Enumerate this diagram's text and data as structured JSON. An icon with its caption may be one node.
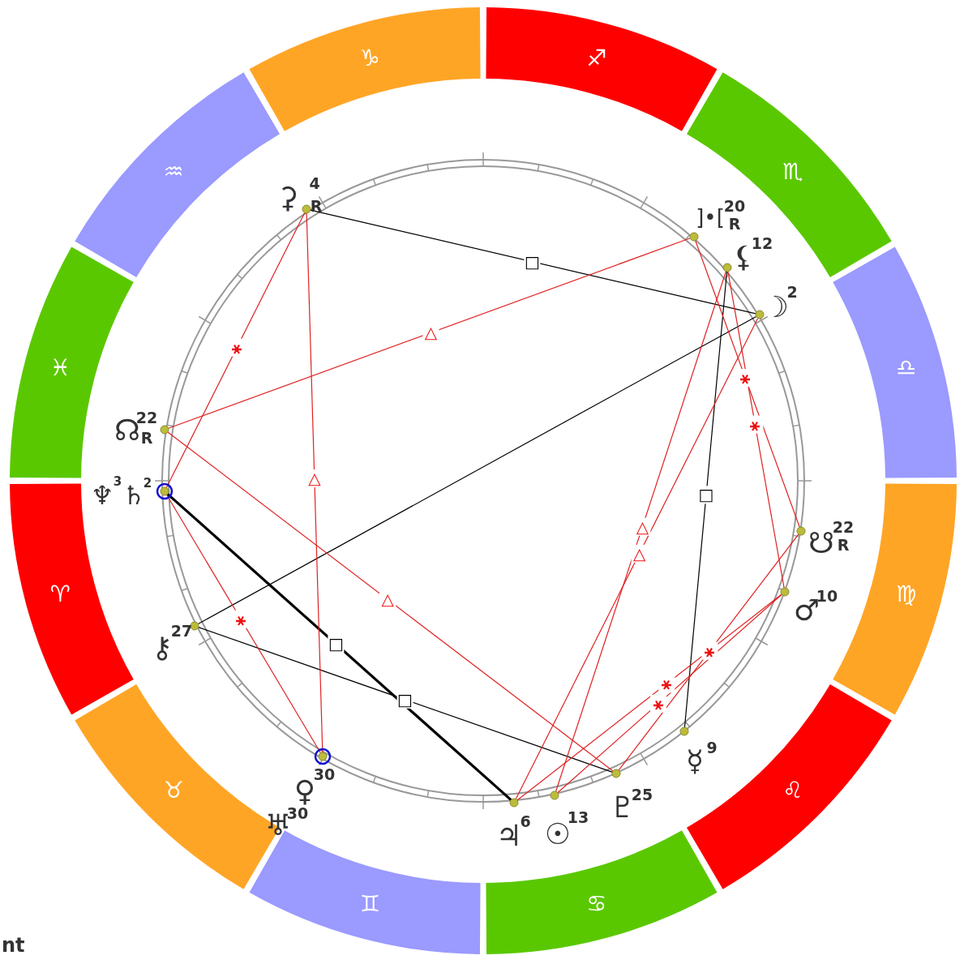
{
  "diagram": {
    "nodes": [
      {
        "text": [
          "♑"
        ]
      },
      {
        "text": [
          "♐"
        ]
      },
      {
        "text": [
          "♏"
        ]
      },
      {
        "text": [
          "♎"
        ]
      },
      {
        "text": [
          "♍"
        ]
      },
      {
        "text": [
          "♌"
        ]
      },
      {
        "text": [
          "♋"
        ]
      },
      {
        "text": [
          "♊"
        ]
      },
      {
        "text": [
          "♉"
        ]
      },
      {
        "text": [
          "♈"
        ]
      },
      {
        "text": [
          "♓"
        ]
      },
      {
        "text": [
          "♒"
        ]
      },
      {
        "text": [
          "⚳",
          "4",
          "R"
        ]
      },
      {
        "text": [
          "]•[",
          "20",
          "R"
        ]
      },
      {
        "text": [
          "⚸",
          "12"
        ]
      },
      {
        "text": [
          "☽",
          "2"
        ]
      },
      {
        "text": [
          "☊",
          "22",
          "R"
        ]
      },
      {
        "text": [
          "♆",
          "3",
          "♄",
          "2"
        ]
      },
      {
        "text": [
          "⚷",
          "27"
        ]
      },
      {
        "text": [
          "♀",
          "30",
          "♅",
          "30"
        ]
      },
      {
        "text": [
          "♃",
          "6"
        ]
      },
      {
        "text": [
          "☉",
          "13"
        ]
      },
      {
        "text": [
          "♇",
          "25"
        ]
      },
      {
        "text": [
          "☿",
          "9"
        ]
      },
      {
        "text": [
          "♂",
          "10"
        ]
      },
      {
        "text": [
          "☋",
          "22",
          "R"
        ]
      }
    ],
    "edges": [
      {
        "from": 12,
        "to": 15,
        "arrow": "none",
        "label": "□",
        "color": "#000000"
      },
      {
        "from": 15,
        "to": 18,
        "arrow": "none",
        "color": "#000000"
      },
      {
        "from": 14,
        "to": 23,
        "arrow": "none",
        "label": "□",
        "color": "#000000"
      },
      {
        "from": 17,
        "to": 20,
        "arrow": "none",
        "label": "□",
        "color": "#000000",
        "style": "thick"
      },
      {
        "from": 18,
        "to": 22,
        "arrow": "none",
        "label": "□",
        "color": "#000000"
      },
      {
        "from": 12,
        "to": 17,
        "arrow": "none",
        "label": "⚹"
      },
      {
        "from": 12,
        "to": 19,
        "arrow": "none",
        "label": "△"
      },
      {
        "from": 16,
        "to": 13,
        "arrow": "none",
        "label": "△"
      },
      {
        "from": 16,
        "to": 22,
        "arrow": "none",
        "label": "△"
      },
      {
        "from": 17,
        "to": 19,
        "arrow": "none",
        "label": "⚹"
      },
      {
        "from": 13,
        "to": 25,
        "arrow": "none",
        "label": "⚹"
      },
      {
        "from": 14,
        "to": 24,
        "arrow": "none",
        "label": "⚹"
      },
      {
        "from": 14,
        "to": 21,
        "arrow": "none",
        "label": "△"
      },
      {
        "from": 15,
        "to": 20,
        "arrow": "none",
        "label": "△"
      },
      {
        "from": 20,
        "to": 24,
        "arrow": "none",
        "label": "⚹"
      },
      {
        "from": 21,
        "to": 24,
        "arrow": "none",
        "label": "⚹"
      },
      {
        "from": 22,
        "to": 25,
        "arrow": "none",
        "label": "⚹"
      }
    ],
    "labels": [
      "nt"
    ]
  }
}
